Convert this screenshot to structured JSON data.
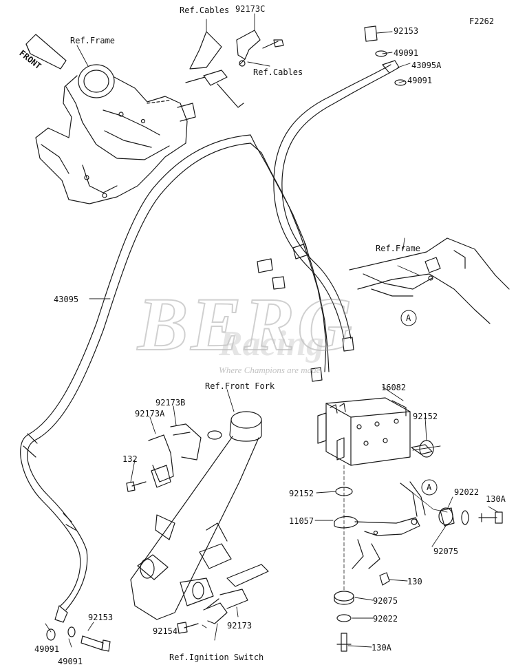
{
  "figure_code": "F2262",
  "front_badge": "FRONT",
  "watermark": {
    "line1": "BERG",
    "line2": "Racing",
    "tagline": "Where Champions are made"
  },
  "callouts": {
    "ref_cables_1": "Ref.Cables",
    "p92173c": "92173C",
    "ref_frame_1": "Ref.Frame",
    "ref_cables_2": "Ref.Cables",
    "p92153_top": "92153",
    "p49091_a": "49091",
    "p43095a": "43095A",
    "p49091_b": "49091",
    "ref_frame_2": "Ref.Frame",
    "circle_a_1": "A",
    "p43095": "43095",
    "ref_front_fork": "Ref.Front Fork",
    "p16082": "16082",
    "p92173b": "92173B",
    "p92173a": "92173A",
    "p92152_a": "92152",
    "p132": "132",
    "p92152_b": "92152",
    "circle_a_2": "A",
    "p92022_a": "92022",
    "p130a_a": "130A",
    "p11057": "11057",
    "p92075_a": "92075",
    "p130": "130",
    "p92075_b": "92075",
    "p92022_b": "92022",
    "p92153_bottom": "92153",
    "p49091_c": "49091",
    "p49091_d": "49091",
    "p92154": "92154",
    "p92173": "92173",
    "p130a_b": "130A",
    "ref_ignition_switch": "Ref.Ignition Switch"
  },
  "colors": {
    "line": "#1a1a1a",
    "watermark": "#bdbdbd"
  }
}
